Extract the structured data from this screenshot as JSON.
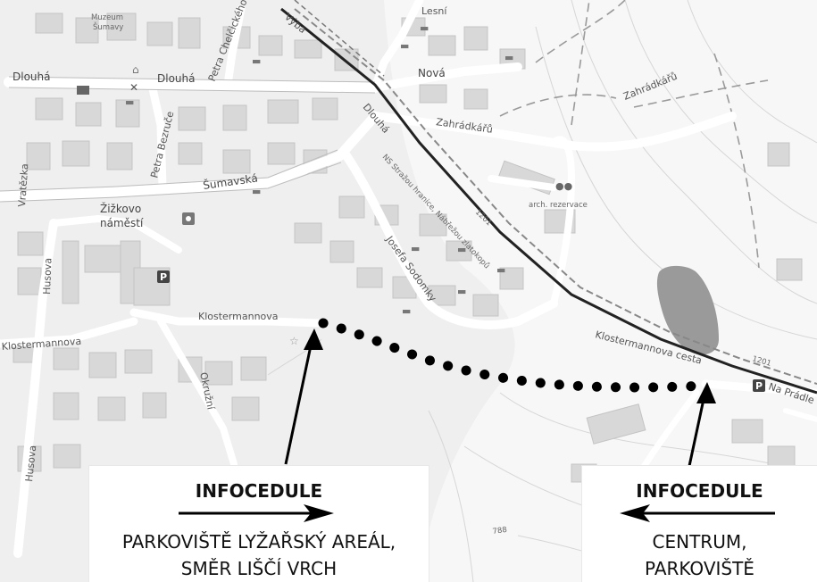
{
  "map": {
    "streets": {
      "dlouha_1": "Dlouhá",
      "dlouha_2": "Dlouhá",
      "dlouha_3": "Dlouhá",
      "nova": "Nová",
      "lesni": "Lesní",
      "zahradkaru_1": "Zahrádkářů",
      "zahradkaru_2": "Zahrádkářů",
      "sumavska": "Šumavská",
      "petra_bezruce": "Petra Bezruče",
      "petra_chelcickeho": "Petra Chelčického",
      "vyba": "Výba",
      "zizkovo_1": "Žižkovo",
      "zizkovo_2": "náměstí",
      "husova_1": "Husova",
      "husova_2": "Husova",
      "klostermannova_1": "Klostermannova",
      "klostermannova_2": "Klostermannova",
      "klostermannova_cesta": "Klostermannova cesta",
      "josefa_sodomky": "Josefa Sodomky",
      "okruzni": "Okružní",
      "na_pradle": "Na Prádle",
      "ns_strazou": "NS Stražou hranice, Nábřežou zlatokopů",
      "arch_rezervace": "arch. rezervace",
      "muzeum_1": "Muzeum",
      "muzeum_2": "Šumavy",
      "vratezka": "Vratězka",
      "road_1201_a": "1201",
      "road_1201_b": "1201",
      "road_788": "788"
    },
    "parking_symbol": "P"
  },
  "signs": [
    {
      "title": "INFOCEDULE",
      "direction": "right",
      "lines": [
        "PARKOVIŠTĚ LYŽAŘSKÝ AREÁL,",
        "SMĚR LIŠČÍ VRCH"
      ]
    },
    {
      "title": "INFOCEDULE",
      "direction": "left",
      "lines": [
        "CENTRUM,",
        "PARKOVIŠTĚ"
      ]
    }
  ]
}
